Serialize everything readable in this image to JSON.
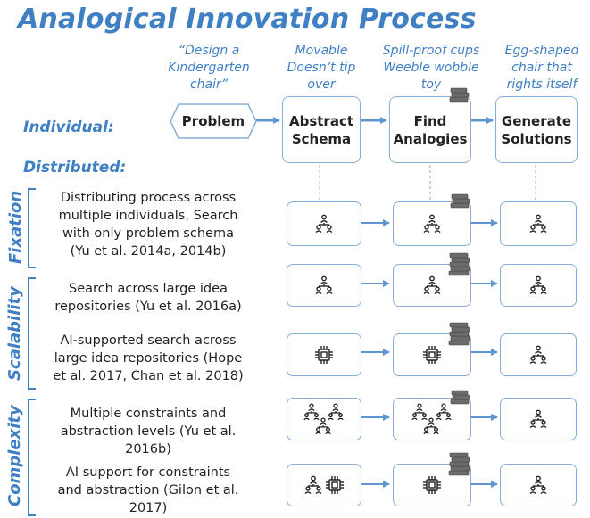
{
  "title": "Analogical Innovation Process",
  "quotes": {
    "problem": [
      "“Design a",
      "Kindergarten",
      "chair”"
    ],
    "schema": [
      "Movable",
      "Doesn’t tip",
      "over"
    ],
    "analogies": [
      "Spill-proof cups",
      "Weeble wobble",
      "toy"
    ],
    "solutions": [
      "Egg-shaped",
      "chair that",
      "rights itself"
    ]
  },
  "labels": {
    "individual": "Individual:",
    "distributed": "Distributed:"
  },
  "stages": {
    "problem": "Problem",
    "schema": [
      "Abstract",
      "Schema"
    ],
    "analogies": [
      "Find",
      "Analogies"
    ],
    "solutions": [
      "Generate",
      "Solutions"
    ]
  },
  "groups": {
    "fixation": "Fixation",
    "scalability": "Scalability",
    "complexity": "Complexity"
  },
  "rows": [
    {
      "desc": [
        "Distributing process across",
        "multiple individuals, Search",
        "with only problem schema",
        "(Yu et al. 2014a, 2014b)"
      ]
    },
    {
      "desc": [
        "Search across large idea",
        "repositories (Yu et al. 2016a)"
      ]
    },
    {
      "desc": [
        "AI-supported search across",
        "large idea repositories (Hope",
        "et al. 2017, Chan et al. 2018)"
      ]
    },
    {
      "desc": [
        "Multiple constraints and",
        "abstraction levels (Yu et al.",
        "2016b)"
      ]
    },
    {
      "desc": [
        "AI support for constraints",
        "and abstraction (Gilon et al.",
        "2017)"
      ]
    }
  ],
  "colors": {
    "accent": "#3f7fc4",
    "border": "#8aaed3",
    "arrow": "#5f96cf"
  },
  "icons": [
    "people-hierarchy-icon",
    "chip-icon",
    "book-stack-icon"
  ]
}
